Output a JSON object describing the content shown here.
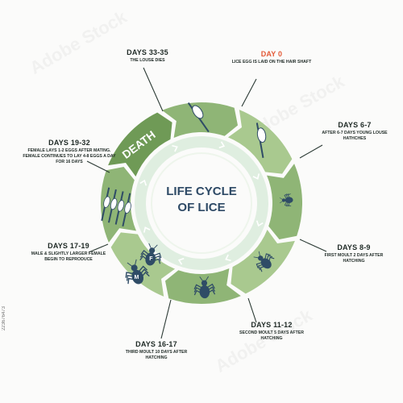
{
  "title_lines": [
    "LIFE CYCLE",
    "OF LICE"
  ],
  "death_label": "DEATH",
  "stock_id": "223676473",
  "colors": {
    "ring_dark": "#6f9a56",
    "ring_mid": "#8fb576",
    "ring_light": "#a9c98f",
    "ring_pale": "#c0d8a8",
    "inner_ring": "#dfeee0",
    "day0_accent": "#e35a37",
    "louse": "#2f4c66",
    "text": "#1f2a26"
  },
  "stages": [
    {
      "title": "DAY 0",
      "desc": "LICE EGG IS LAID ON THE HAIR SHAFT",
      "icon": "egg-on-hair-icon",
      "highlight": true
    },
    {
      "title": "DAYS 6-7",
      "desc": "AFTER 6-7 DAYS YOUNG LOUSE HATHCHES",
      "icon": "hatching-egg-icon"
    },
    {
      "title": "DAYS 8-9",
      "desc": "FIRST MOULT 2 DAYS AFTER HATCHING",
      "icon": "nymph-small-icon"
    },
    {
      "title": "DAYS 11-12",
      "desc": "SECOND MOULT 5 DAYS AFTER HATCHING",
      "icon": "nymph-medium-icon"
    },
    {
      "title": "DAYS 16-17",
      "desc": "THIRD MOULT 10 DAYS AFTER HATCHING",
      "icon": "nymph-large-icon"
    },
    {
      "title": "DAYS 17-19",
      "desc": "MALE & SLIGHTLY LARGER FEMALE BEGIN TO REPRODUCE",
      "icon": "adult-male-female-icon"
    },
    {
      "title": "DAYS 19-32",
      "desc": "FEMALE LAYS 1-2 EGGS AFTER MATING. FEMALE CONTINUES TO LAY 4-8 EGGS A DAY FOR 16 DAYS",
      "icon": "eggs-laying-icon"
    },
    {
      "title": "DAYS 33-35",
      "desc": "THE LOUSE DIES",
      "icon": "death-icon"
    }
  ],
  "sex_marks": [
    "F",
    "M"
  ]
}
